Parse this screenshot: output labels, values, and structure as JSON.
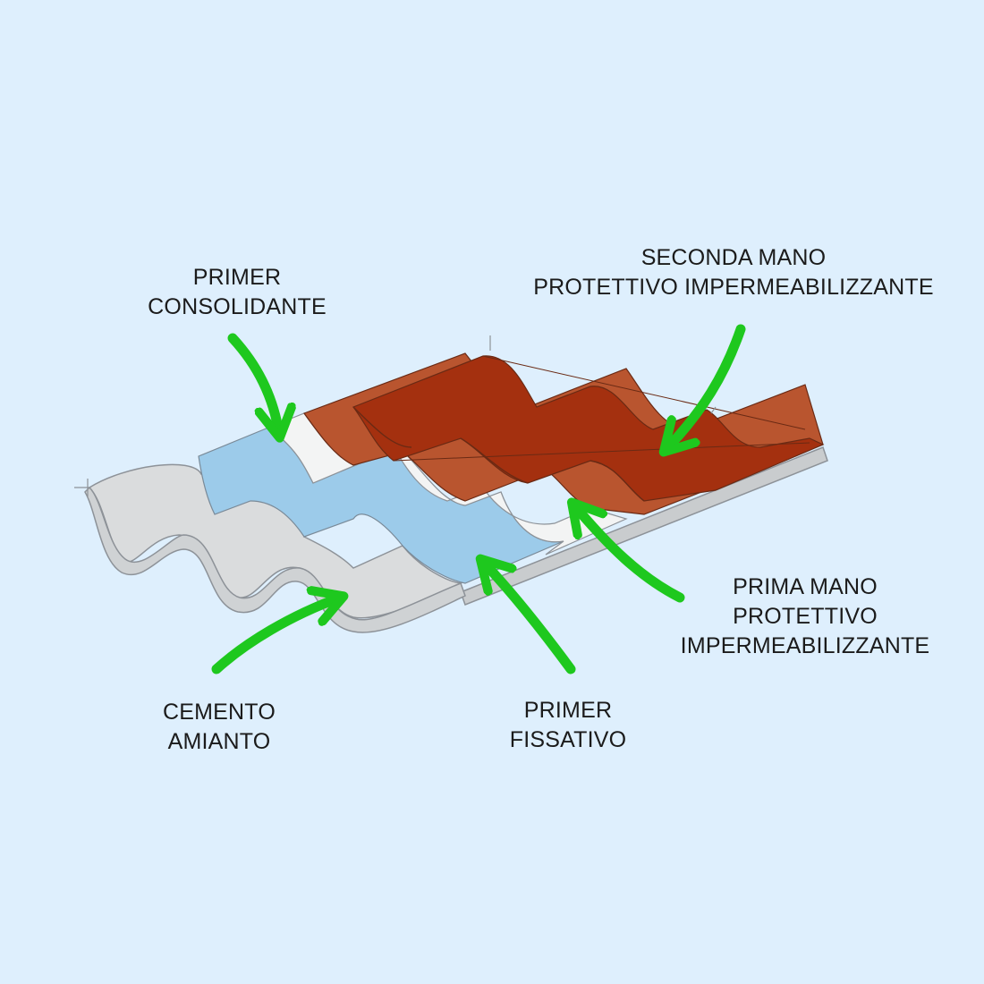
{
  "labels": {
    "primer_consolidante": [
      "PRIMER",
      "CONSOLIDANTE"
    ],
    "seconda_mano": [
      "SECONDA MANO",
      "PROTETTIVO IMPERMEABILIZZANTE"
    ],
    "prima_mano": [
      "PRIMA MANO",
      "PROTETTIVO",
      "IMPERMEABILIZZANTE"
    ],
    "cemento_amianto": [
      "CEMENTO",
      "AMIANTO"
    ],
    "primer_fissativo": [
      "PRIMER",
      "FISSATIVO"
    ]
  },
  "colors": {
    "background": "#deeffd",
    "arrow": "#1ec81e",
    "cement": "#dadcdd",
    "primer_fissativo": "#9ccbea",
    "primer_consolidante": "#f3f4f4",
    "prima_mano": "#b9552f",
    "seconda_mano": "#a4300f",
    "outline": "#8d9298"
  },
  "icons": {
    "arrow": "curved-arrow-icon"
  }
}
